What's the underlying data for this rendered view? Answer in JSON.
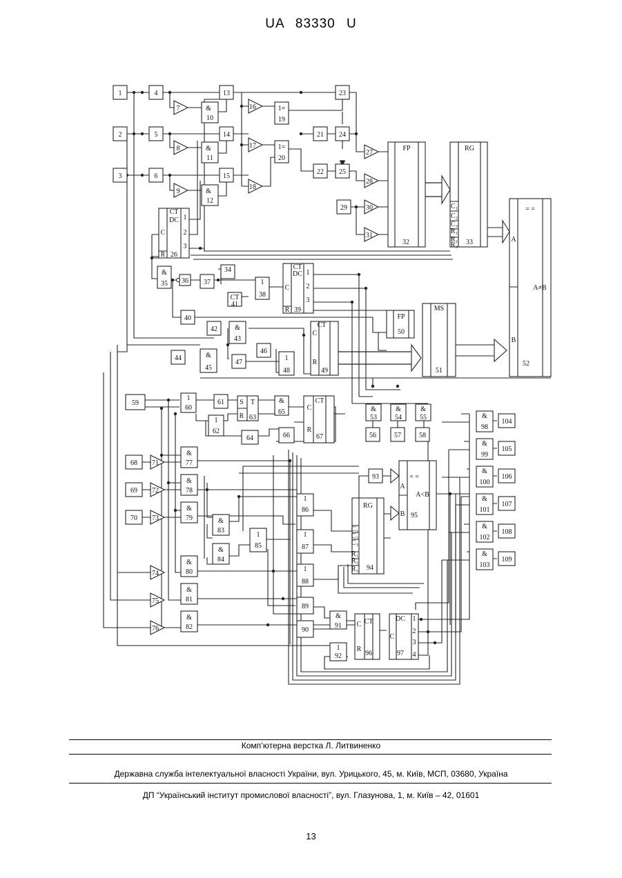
{
  "header": {
    "doc_code": "UA",
    "patent_number": "83330",
    "doc_kind": "U"
  },
  "diagram": {
    "blocks": {
      "b1": "1",
      "b2": "2",
      "b3": "3",
      "b4": "4",
      "b5": "5",
      "b6": "6",
      "b13": "13",
      "b14": "14",
      "b15": "15",
      "b10": "10",
      "b11": "11",
      "b12": "12",
      "b19": "19",
      "b20": "20",
      "b21": "21",
      "b22": "22",
      "b23": "23",
      "b24": "24",
      "b25": "25",
      "b29": "29",
      "b32": "32",
      "b33": "33",
      "b26": "26",
      "b34": "34",
      "b35": "35",
      "b36": "36",
      "b37": "37",
      "b38": "38",
      "b39": "39",
      "b40": "40",
      "b41": "41",
      "b42": "42",
      "b43": "43",
      "b44": "44",
      "b45": "45",
      "b46": "46",
      "b47": "47",
      "b48": "48",
      "b49": "49",
      "b50": "50",
      "b51": "51",
      "b52": "52",
      "b53": "53",
      "b54": "54",
      "b55": "55",
      "b56": "56",
      "b57": "57",
      "b58": "58",
      "b59": "59",
      "b60": "60",
      "b61": "61",
      "b62": "62",
      "b63": "63",
      "b64": "64",
      "b65": "65",
      "b66": "66",
      "b67": "67",
      "b68": "68",
      "b69": "69",
      "b70": "70",
      "b77": "77",
      "b78": "78",
      "b79": "79",
      "b80": "80",
      "b81": "81",
      "b82": "82",
      "b83": "83",
      "b84": "84",
      "b85": "85",
      "b86": "86",
      "b87": "87",
      "b88": "88",
      "b89": "89",
      "b90": "90",
      "b91": "91",
      "b92": "92",
      "b93": "93",
      "b94": "94",
      "b95": "95",
      "b96": "96",
      "b97": "97",
      "b98": "98",
      "b99": "99",
      "b100": "100",
      "b101": "101",
      "b102": "102",
      "b103": "103",
      "b104": "104",
      "b105": "105",
      "b106": "106",
      "b107": "107",
      "b108": "108",
      "b109": "109"
    },
    "amplifiers": {
      "a7": "7",
      "a8": "8",
      "a9": "9",
      "a16": "16",
      "a17": "17",
      "a18": "18",
      "a27": "27",
      "a28": "28",
      "a30": "30",
      "a31": "31",
      "a71": "71",
      "a72": "72",
      "a73": "73",
      "a74": "74",
      "a75": "75",
      "a76": "76"
    },
    "symbols": {
      "and": "&",
      "or": "1",
      "xor": "1=",
      "ct": "CT",
      "dc": "DC",
      "fp": "FP",
      "rg": "RG",
      "ms": "MS",
      "eq": "= =",
      "neq": "A≠B",
      "lt": "A<B",
      "a": "A",
      "b": "B",
      "c": "C",
      "r": "R",
      "s": "S",
      "t": "T",
      "c1": "C₁",
      "c2": "C₂",
      "c3": "C₃",
      "r1": "R₁",
      "r2": "R₂",
      "r3": "R₃",
      "o1": "1",
      "o2": "2",
      "o3": "3",
      "o4": "4"
    }
  },
  "footer": {
    "credit": "Комп’ютерна верстка Л. Литвиненко",
    "office": "Державна служба інтелектуальної власності України, вул. Урицького, 45, м. Київ, МСП, 03680, Україна",
    "institute": "ДП “Український інститут промислової власності”, вул. Глазунова, 1, м. Київ – 42, 01601"
  },
  "page_number": "13"
}
